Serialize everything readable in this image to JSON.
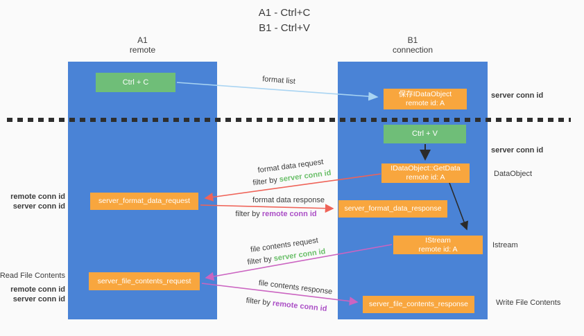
{
  "title": {
    "line1": "A1 - Ctrl+C",
    "line2": "B1 - Ctrl+V"
  },
  "columns": {
    "a": {
      "id": "A1",
      "role": "remote"
    },
    "b": {
      "id": "B1",
      "role": "connection"
    }
  },
  "nodes": {
    "ctrl_c": {
      "label": "Ctrl + C"
    },
    "save_dataobject": {
      "line1": "保存IDataObject",
      "line2": "remote id: A"
    },
    "ctrl_v": {
      "label": "Ctrl + V"
    },
    "getdata": {
      "line1": "IDataObject::GetData",
      "line2": "remote id: A"
    },
    "format_request": {
      "label": "server_format_data_request"
    },
    "format_response": {
      "label": "server_format_data_response"
    },
    "istream": {
      "line1": "IStream",
      "line2": "remote id: A"
    },
    "file_request": {
      "label": "server_file_contents_request"
    },
    "file_response": {
      "label": "server_file_contents_response"
    }
  },
  "flow_labels": {
    "format_list": "format list",
    "format_data_request": "format data request",
    "format_data_response": "format data response",
    "file_contents_request": "file contents request",
    "file_contents_response": "file contents response",
    "filter_by": "filter by",
    "server_conn_id": "server conn id",
    "remote_conn_id": "remote conn id"
  },
  "side_labels": {
    "left": {
      "remote_conn_id": "remote conn id",
      "server_conn_id": "server conn id",
      "read_file_contents": "Read File Contents",
      "remote_conn_id_2": "remote conn id",
      "server_conn_id_2": "server conn id"
    },
    "right": {
      "server_conn_id_top": "server conn id",
      "server_conn_id_mid": "server conn id",
      "dataobject": "DataObject",
      "istream": "Istream",
      "write_file_contents": "Write File Contents"
    }
  },
  "colors": {
    "background": "#fafafa",
    "column_blue": "#4a83d6",
    "node_green": "#6fbe78",
    "node_orange": "#f8a63e",
    "arrow_red": "#ef6358",
    "arrow_magenta": "#cb64c1",
    "arrow_lightblue": "#a9d4f2",
    "arrow_black": "#2b2b2b",
    "label_green": "#6abf69",
    "label_purple": "#ab4fc6",
    "text_dark": "#3b3b3b",
    "divider_black": "#2e2e2e"
  }
}
